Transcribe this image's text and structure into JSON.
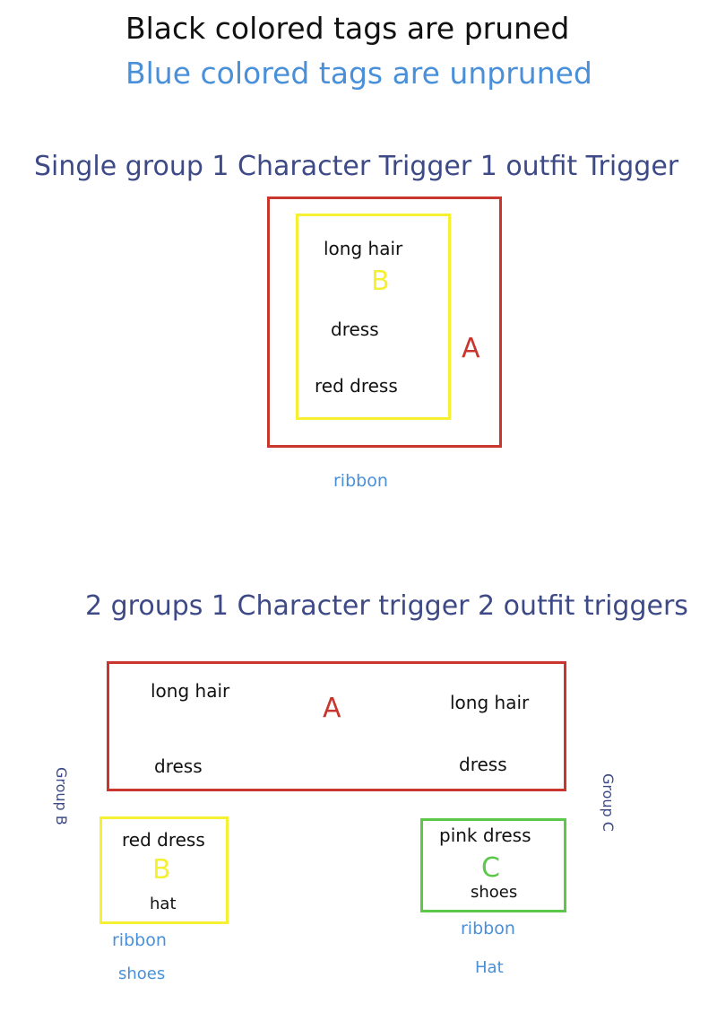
{
  "legend": {
    "pruned": "Black colored tags are pruned",
    "unpruned": "Blue colored tags are unpruned"
  },
  "section1": {
    "title": "Single group 1 Character Trigger 1 outfit Trigger",
    "box_a_label": "A",
    "box_b_label": "B",
    "tags_in_b": [
      "long hair",
      "dress",
      "red dress"
    ],
    "unpruned_tags": [
      "ribbon"
    ]
  },
  "section2": {
    "title": "2 groups 1 Character trigger 2 outfit triggers",
    "box_a_label": "A",
    "box_a_left_tags": [
      "long hair",
      "dress"
    ],
    "box_a_right_tags": [
      "long hair",
      "dress"
    ],
    "group_b_label": "Group B",
    "group_c_label": "Group C",
    "box_b_label": "B",
    "box_b_tags": [
      "red dress",
      "hat"
    ],
    "box_b_unpruned": [
      "ribbon",
      "shoes"
    ],
    "box_c_label": "C",
    "box_c_tags": [
      "pink dress",
      "shoes"
    ],
    "box_c_unpruned": [
      "ribbon",
      "Hat"
    ]
  },
  "colors": {
    "pruned_text": "#111111",
    "unpruned_text": "#4a90d9",
    "title_text": "#3d4a86",
    "group_a_border": "#c9362e",
    "group_b_border": "#f5f032",
    "group_c_border": "#5cc84a"
  }
}
